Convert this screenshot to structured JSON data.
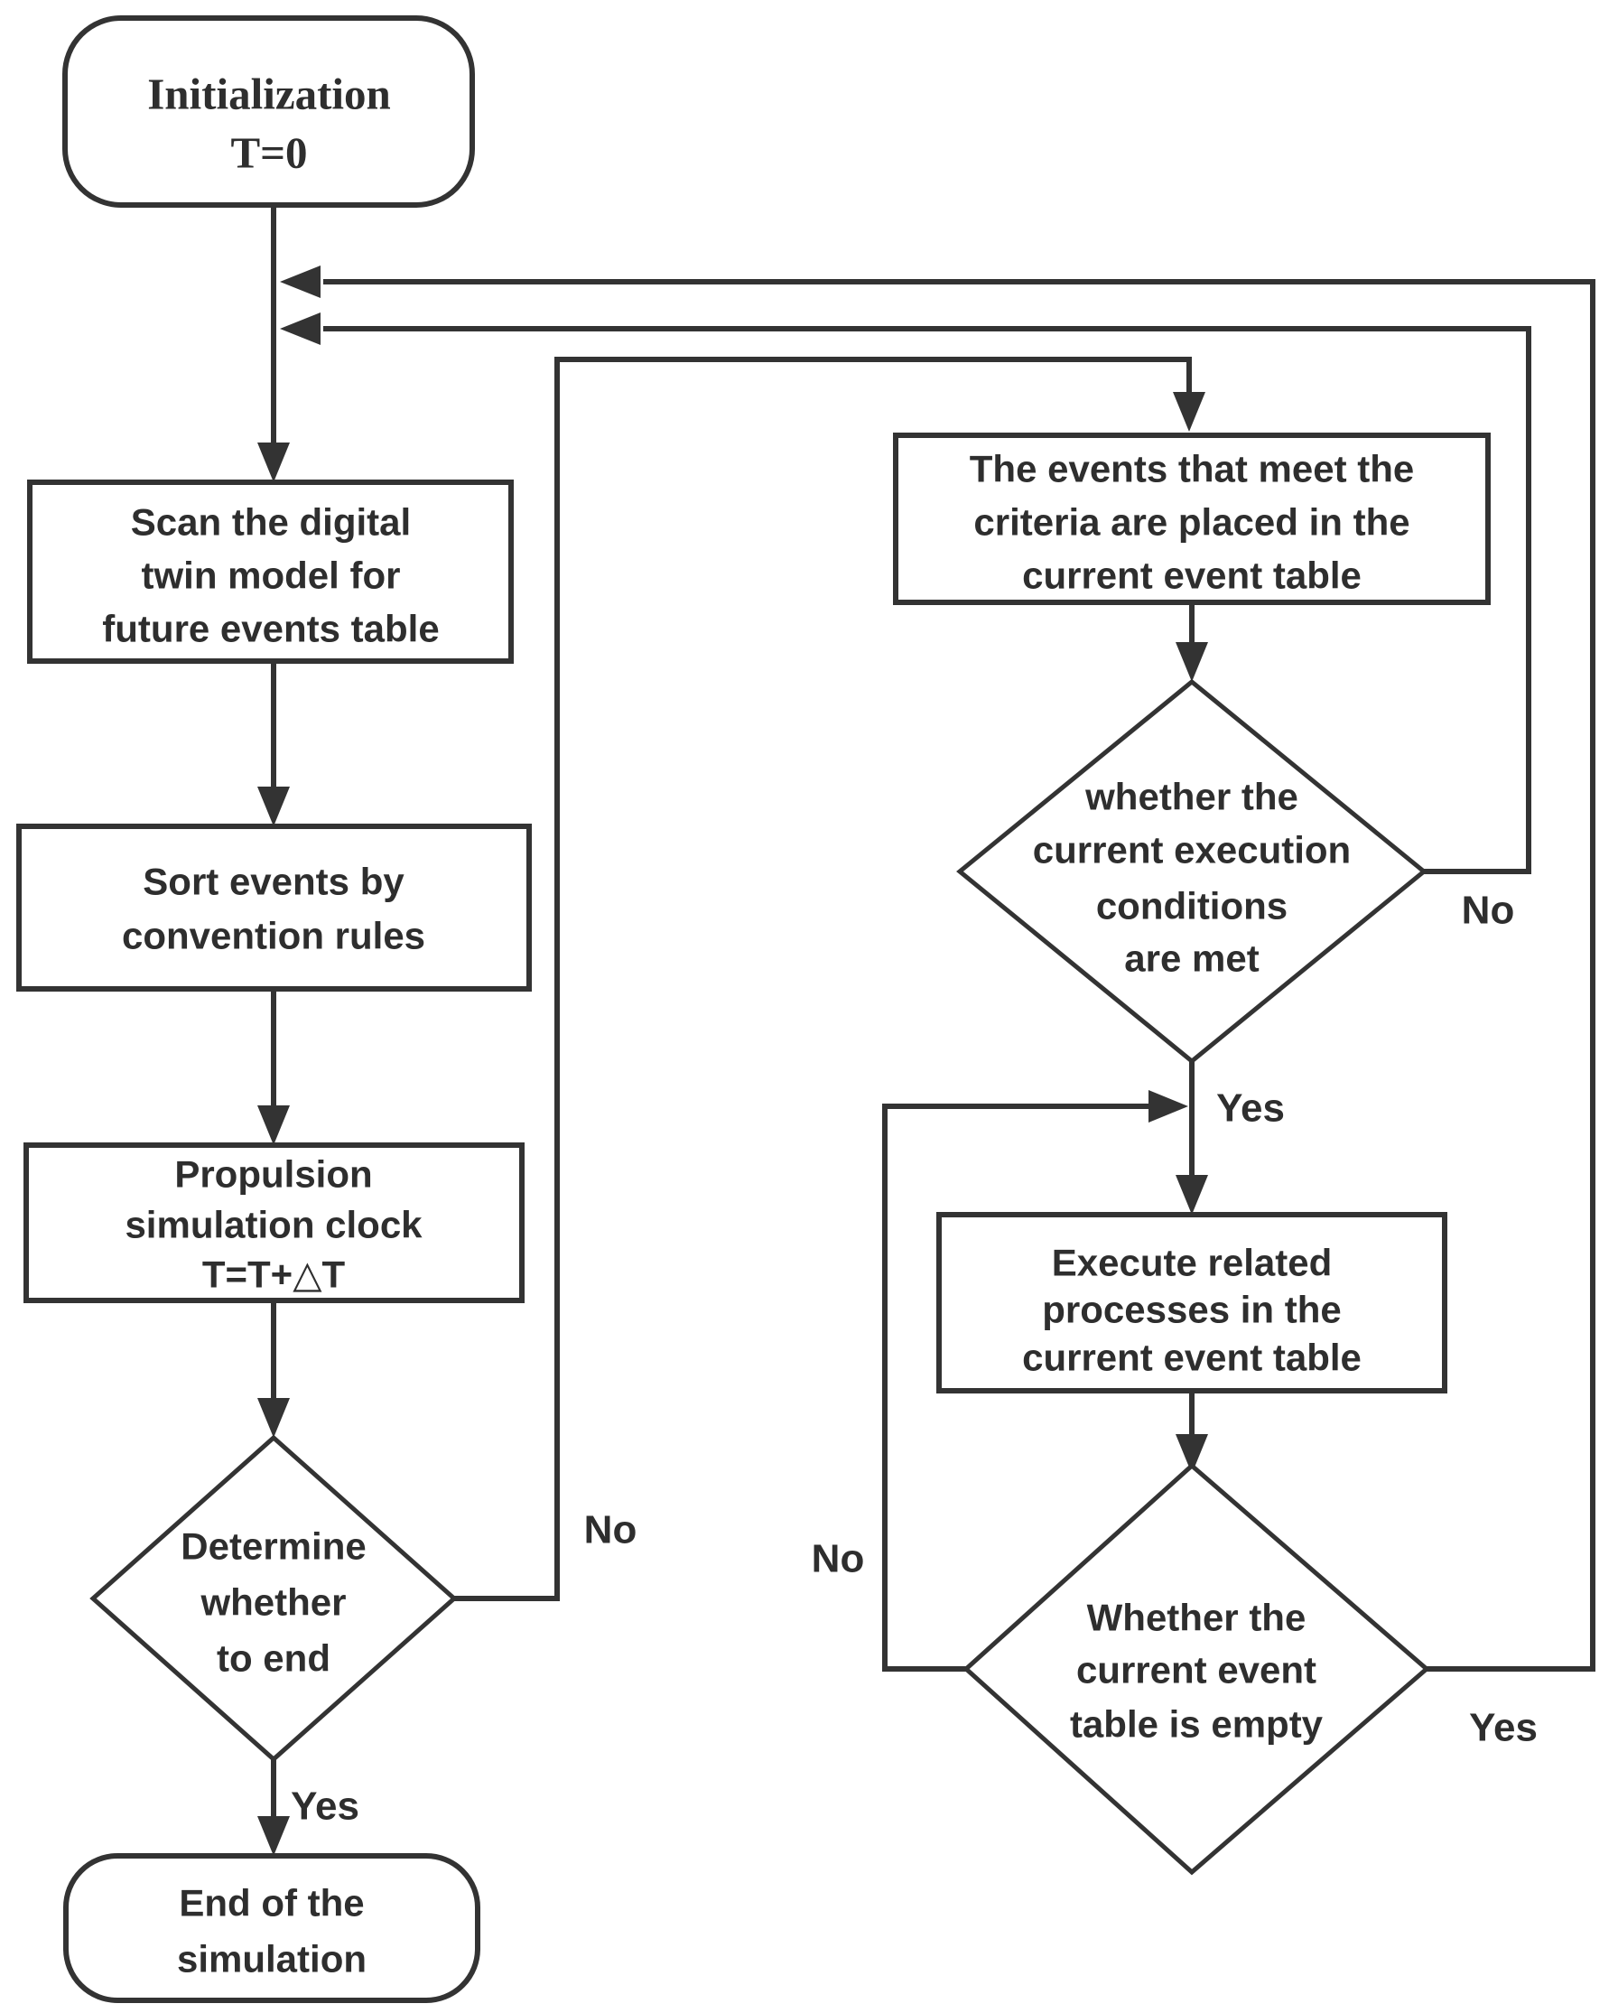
{
  "colors": {
    "line": "#333333",
    "text": "#2e2e2e",
    "background": "#ffffff"
  },
  "nodes": {
    "init": {
      "type": "terminator",
      "lines": [
        "Initialization",
        "T=0"
      ]
    },
    "scan": {
      "type": "process",
      "lines": [
        "Scan the digital",
        "twin model for",
        "future events table"
      ]
    },
    "sort": {
      "type": "process",
      "lines": [
        "Sort events by",
        "convention rules"
      ]
    },
    "clock": {
      "type": "process",
      "lines": [
        "Propulsion",
        "simulation clock",
        "T=T+△T"
      ]
    },
    "end_check": {
      "type": "decision",
      "lines": [
        "Determine",
        "whether",
        "to end"
      ]
    },
    "end": {
      "type": "terminator",
      "lines": [
        "End of the",
        "simulation"
      ]
    },
    "place_events": {
      "type": "process",
      "lines": [
        "The events that meet the",
        "criteria are placed in the",
        "current event table"
      ]
    },
    "exec_check": {
      "type": "decision",
      "lines": [
        "whether the",
        "current execution",
        "conditions",
        "are met"
      ]
    },
    "execute": {
      "type": "process",
      "lines": [
        "Execute related",
        "processes in the",
        "current event table"
      ]
    },
    "empty_check": {
      "type": "decision",
      "lines": [
        "Whether the",
        "current event",
        "table is empty"
      ]
    }
  },
  "edge_labels": {
    "end_check_no": "No",
    "end_check_yes": "Yes",
    "exec_check_no": "No",
    "exec_check_yes": "Yes",
    "empty_check_no": "No",
    "empty_check_yes": "Yes"
  }
}
